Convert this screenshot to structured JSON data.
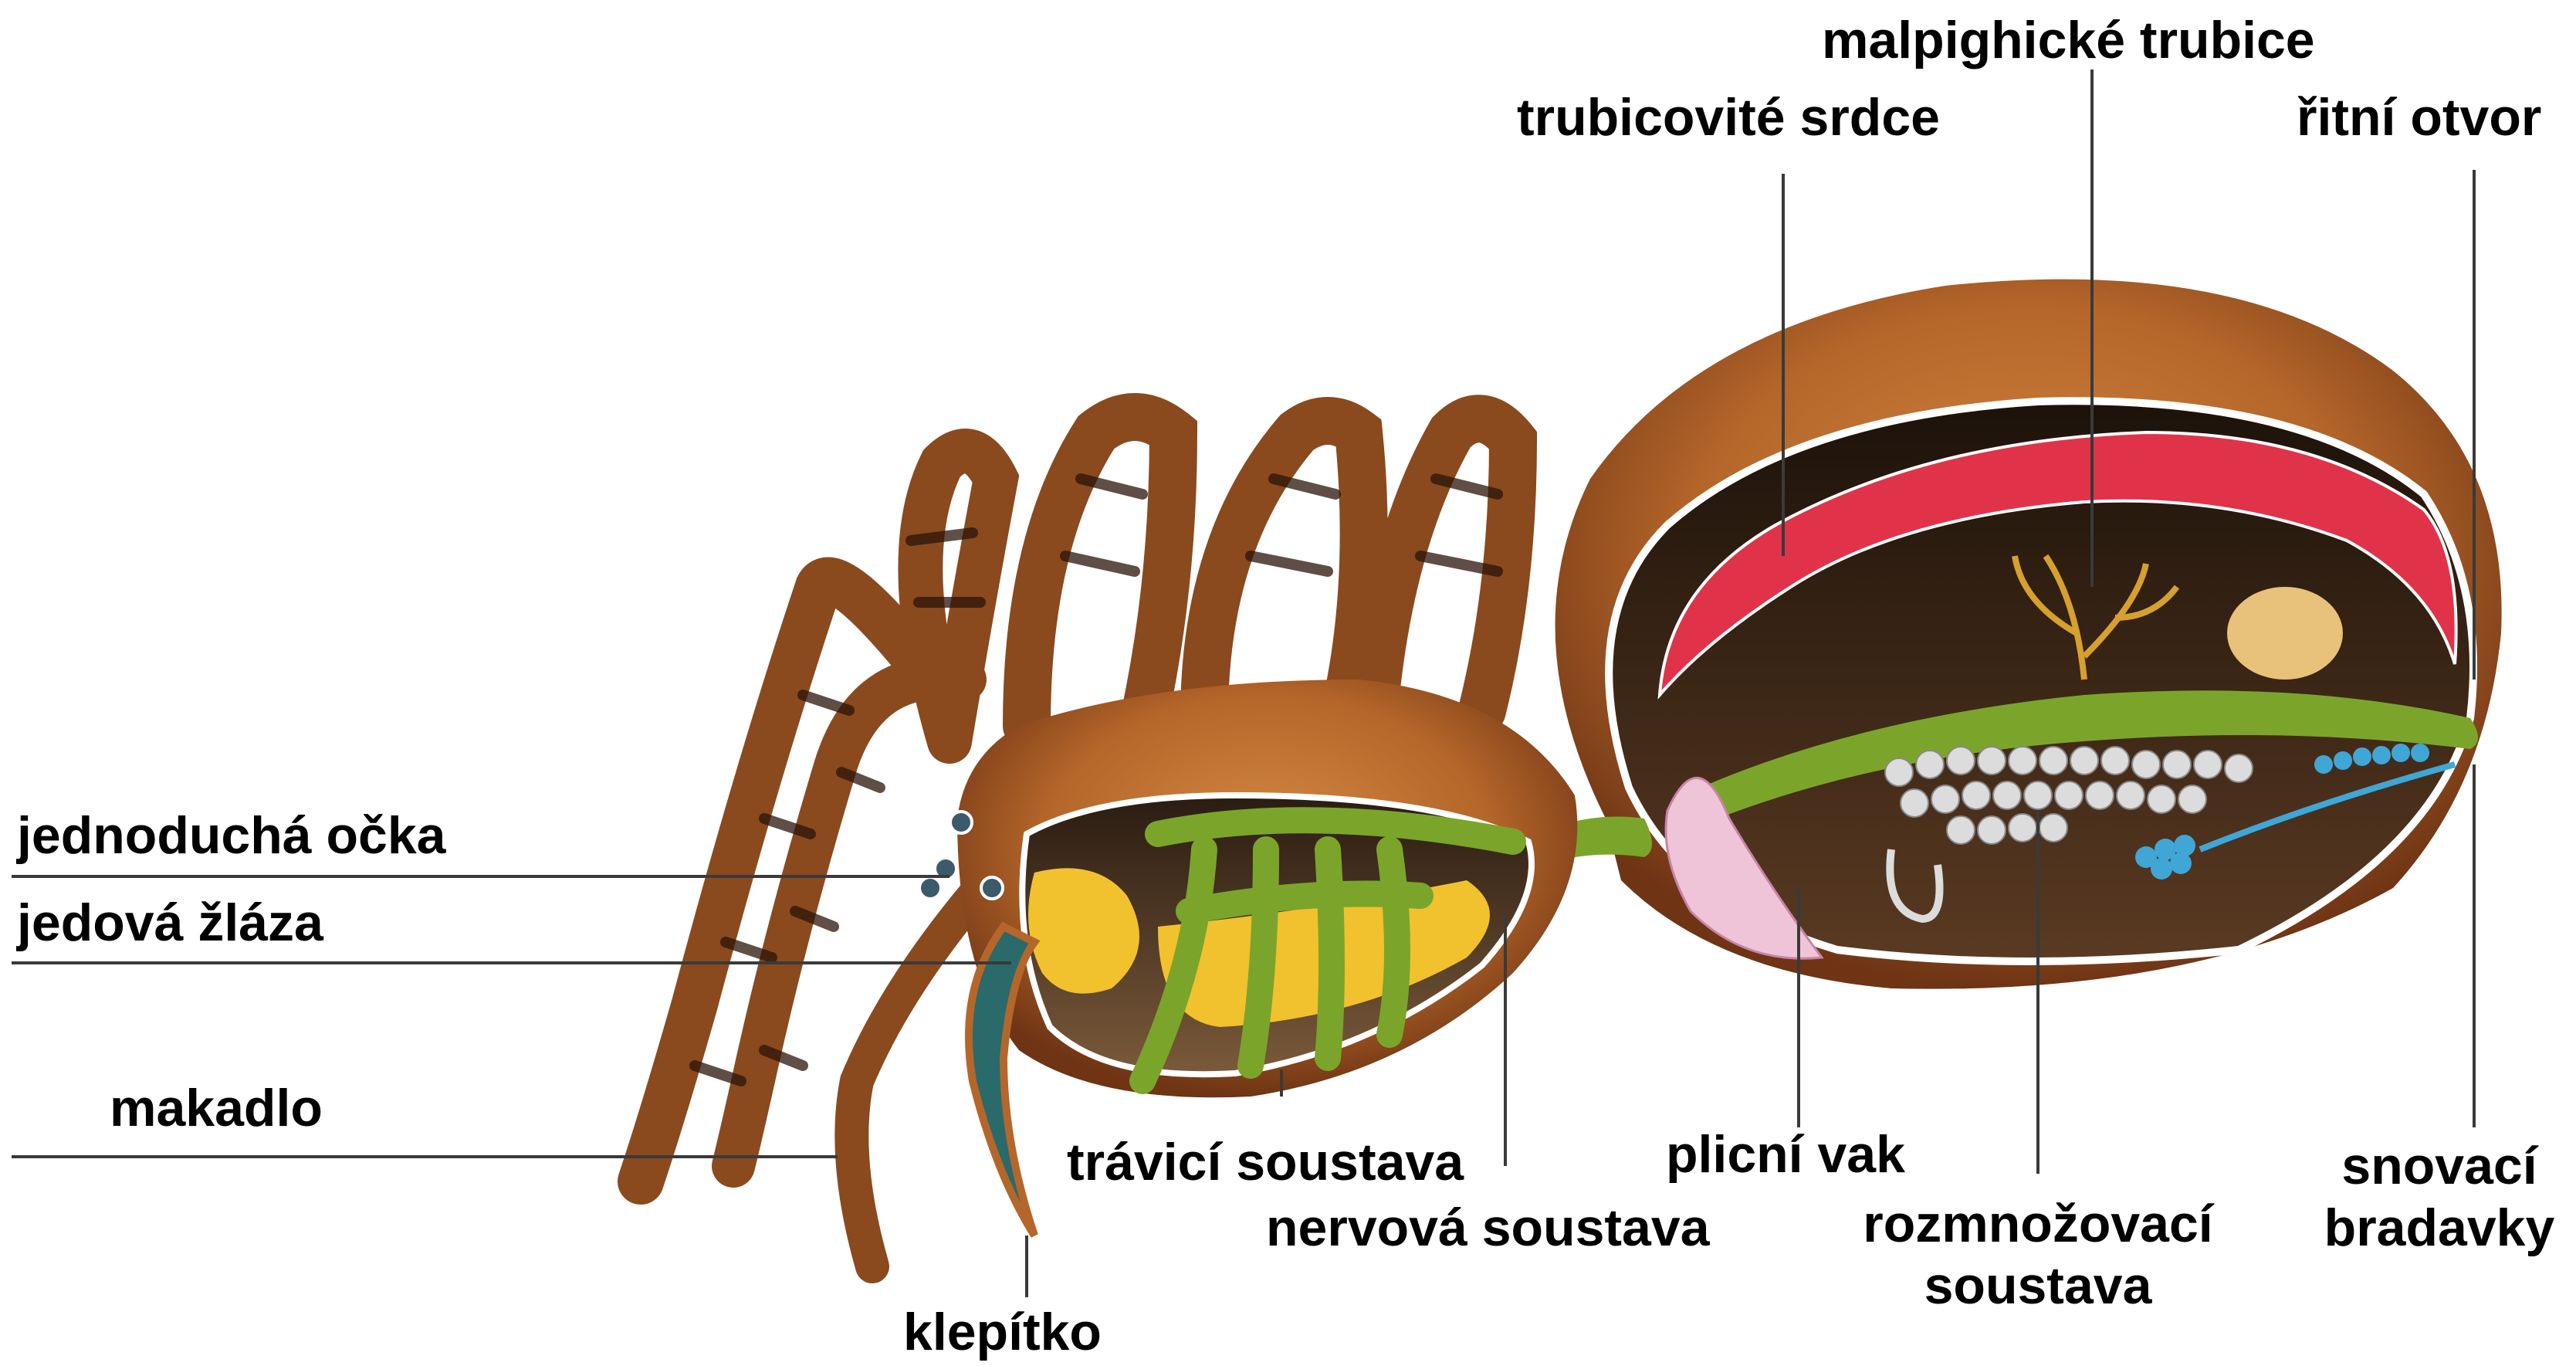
{
  "diagram": {
    "labels": {
      "malpighian_tubules": "malpighické trubice",
      "tubular_heart": "trubicovité srdce",
      "anus": "řitní otvor",
      "simple_eyes": "jednoduchá očka",
      "venom_gland": "jedová žláza",
      "pedipalp": "makadlo",
      "chelicera": "klepítko",
      "digestive_system": "trávicí soustava",
      "nervous_system": "nervová soustava",
      "book_lung": "plicní vak",
      "reproductive_system_line1": "rozmnožovací",
      "reproductive_system_line2": "soustava",
      "spinnerets_line1": "snovací",
      "spinnerets_line2": "bradavky"
    },
    "colors": {
      "hair": "#b5662a",
      "hair_dark": "#5a2a12",
      "heart": "#e0334a",
      "digestive": "#7aa52a",
      "gland": "#f2c12e",
      "lung": "#f0c4d8",
      "silk_gland": "#3fa6d6",
      "cavity": "#2a1a10",
      "leader_line": "#3a3a3a"
    }
  }
}
